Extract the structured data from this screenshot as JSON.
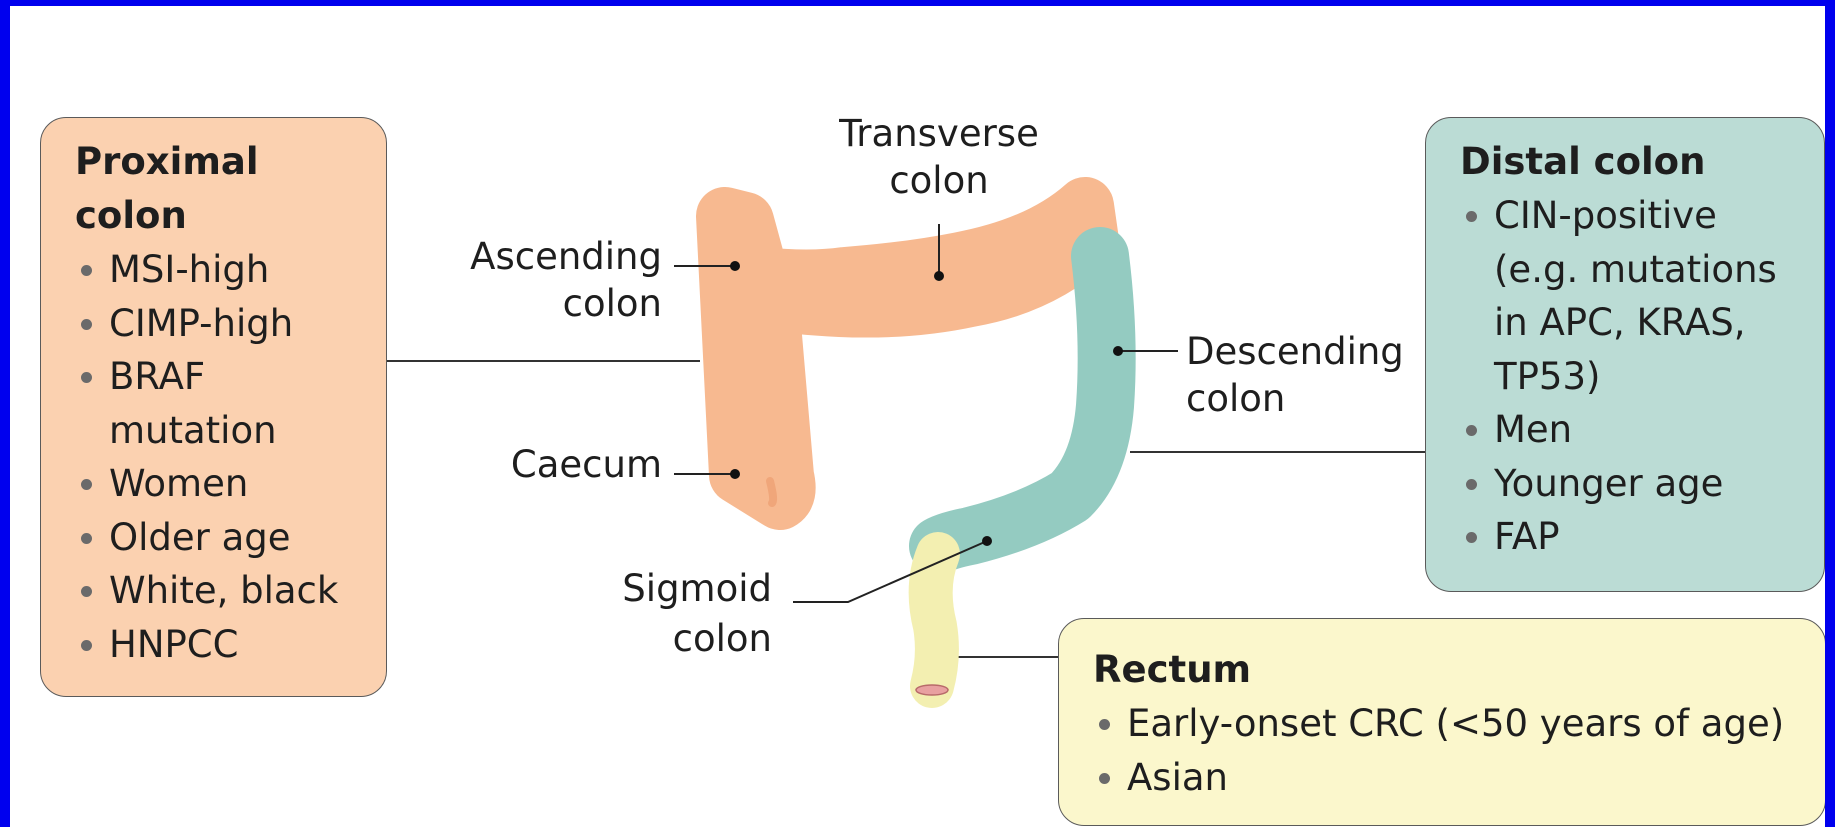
{
  "proximal": {
    "title": "Proximal colon",
    "items": [
      "MSI-high",
      "CIMP-high",
      "BRAF mutation",
      "Women",
      "Older age",
      "White, black",
      "HNPCC"
    ]
  },
  "distal": {
    "title": "Distal colon",
    "items": [
      "CIN-positive (e.g. mutations in APC, KRAS, TP53)",
      "Men",
      "Younger age",
      "FAP"
    ]
  },
  "rectum": {
    "title": "Rectum",
    "items": [
      "Early-onset CRC (<50 years of age)",
      "Asian"
    ]
  },
  "labels": {
    "transverse_1": "Transverse",
    "transverse_2": "colon",
    "ascending_1": "Ascending",
    "ascending_2": "colon",
    "descending_1": "Descending",
    "descending_2": "colon",
    "caecum": "Caecum",
    "sigmoid_1": "Sigmoid",
    "sigmoid_2": "colon"
  },
  "colors": {
    "proximal": "#fbd1b0",
    "proximal_organ": "#f7b990",
    "distal": "#bbdcd5",
    "distal_organ": "#94cbc1",
    "rectum": "#fbf7cc",
    "rectum_organ": "#f3efb1",
    "frame": "#0000ee"
  }
}
